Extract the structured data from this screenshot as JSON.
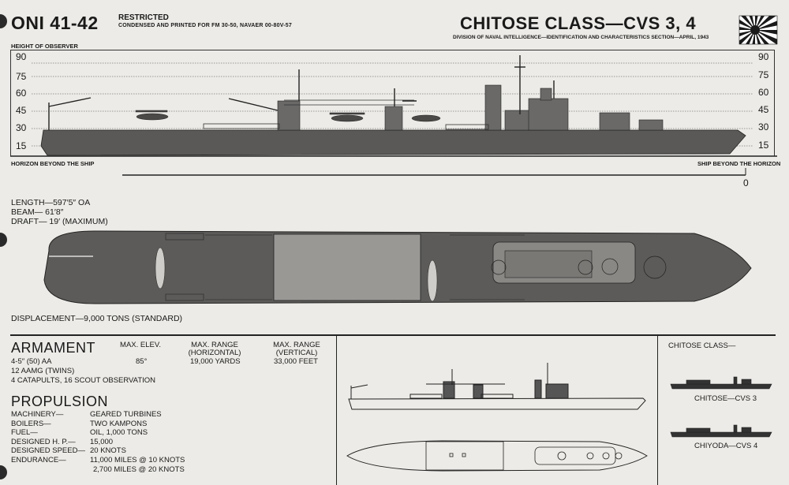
{
  "header": {
    "code": "ONI 41-42",
    "restricted": "RESTRICTED",
    "condensed": "CONDENSED AND PRINTED FOR FM 30-50, NAVAER 00-80V-57",
    "title": "CHITOSE CLASS—CVS 3, 4",
    "division": "DIVISION OF NAVAL INTELLIGENCE—IDENTIFICATION AND CHARACTERISTICS SECTION—APRIL, 1943"
  },
  "profile": {
    "height_label": "HEIGHT OF OBSERVER",
    "scale_left": [
      "90",
      "75",
      "60",
      "45",
      "30",
      "15"
    ],
    "scale_right": [
      "90",
      "75",
      "60",
      "45",
      "30",
      "15"
    ],
    "horizon_left": "HORIZON BEYOND THE SHIP",
    "horizon_right": "SHIP BEYOND THE HORIZON",
    "zero": "0"
  },
  "dimensions": {
    "length": "LENGTH—597′5″ OA",
    "beam": "BEAM—  61′8″",
    "draft": "DRAFT—  19′ (MAXIMUM)",
    "displacement": "DISPLACEMENT—9,000 TONS (STANDARD)"
  },
  "armament": {
    "heading": "ARMAMENT",
    "col_elev": "MAX. ELEV.",
    "col_range_h": "MAX. RANGE\n(HORIZONTAL)",
    "col_range_v": "MAX. RANGE\n(VERTICAL)",
    "gun": "4-5″ (50) AA",
    "elev": "85°",
    "range_h": "19,000 YARDS",
    "range_v": "33,000 FEET",
    "aa": "12 AAMG (TWINS)",
    "catapults": "4 CATAPULTS, 16 SCOUT OBSERVATION"
  },
  "propulsion": {
    "heading": "PROPULSION",
    "rows": [
      {
        "label": "MACHINERY—",
        "value": "GEARED TURBINES"
      },
      {
        "label": "BOILERS—",
        "value": "TWO KAMPONS"
      },
      {
        "label": "FUEL—",
        "value": "OIL, 1,000 TONS"
      },
      {
        "label": "DESIGNED H. P.—",
        "value": "15,000"
      },
      {
        "label": "DESIGNED SPEED—",
        "value": "20 KNOTS"
      },
      {
        "label": "ENDURANCE—",
        "value": "11,000 MILES @ 10 KNOTS"
      },
      {
        "label": "",
        "value": "2,700 MILES @ 20 KNOTS"
      }
    ]
  },
  "class_panel": {
    "heading": "CHITOSE CLASS—",
    "ship1": "CHITOSE—CVS 3",
    "ship2": "CHIYODA—CVS 4"
  },
  "colors": {
    "hull": "#5a5957",
    "deck_light": "#9a9895",
    "paper": "#ecebe7",
    "rising_sun": "#1a1a1a"
  },
  "icons": [
    "rising-sun-flag-icon",
    "binder-hole"
  ]
}
